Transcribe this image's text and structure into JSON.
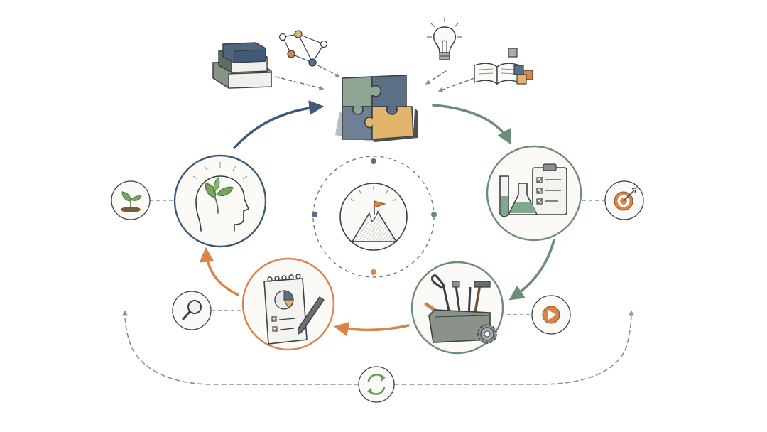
{
  "colors": {
    "ink": "#3a3f45",
    "navy": "#3e5a78",
    "sage": "#6f8b7b",
    "orange": "#d9844a",
    "gray": "#8a8f94",
    "paper": "#fbfaf7",
    "sand": "#e2b46c",
    "slate": "#5b6f86",
    "green": "#6a9a5c"
  },
  "diagram": {
    "center": {
      "icon": "mountain-flag-icon"
    },
    "stages": [
      {
        "id": "reflect",
        "icon": "head-sprout-icon",
        "ring": "navy"
      },
      {
        "id": "integrate",
        "icon": "puzzle-icon"
      },
      {
        "id": "test",
        "icon": "lab-clipboard-icon",
        "ring": "sage"
      },
      {
        "id": "build",
        "icon": "toolbox-icon",
        "ring": "sage"
      },
      {
        "id": "review",
        "icon": "notebook-chart-icon",
        "ring": "orange"
      }
    ],
    "satellites": [
      {
        "id": "growth",
        "icon": "sprout-icon"
      },
      {
        "id": "goal",
        "icon": "target-icon"
      },
      {
        "id": "launch",
        "icon": "play-icon"
      },
      {
        "id": "inspect",
        "icon": "magnifier-icon"
      },
      {
        "id": "repeat",
        "icon": "cycle-icon"
      }
    ],
    "inputs": [
      "books-icon",
      "network-icon",
      "lightbulb-icon",
      "open-book-blocks-icon"
    ]
  }
}
